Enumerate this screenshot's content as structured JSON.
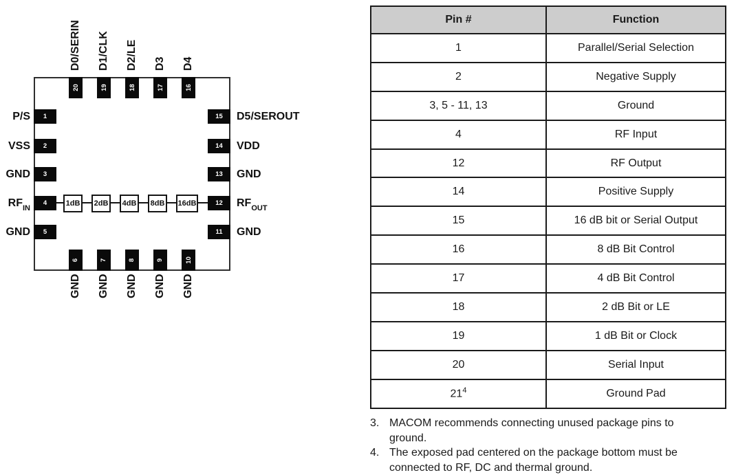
{
  "diagram": {
    "top_pins": [
      {
        "num": "20",
        "label": "D0/SERIN"
      },
      {
        "num": "19",
        "label": "D1/CLK"
      },
      {
        "num": "18",
        "label": "D2/LE"
      },
      {
        "num": "17",
        "label": "D3"
      },
      {
        "num": "16",
        "label": "D4"
      }
    ],
    "left_pins": [
      {
        "num": "1",
        "label": "P/S"
      },
      {
        "num": "2",
        "label": "VSS"
      },
      {
        "num": "3",
        "label": "GND"
      },
      {
        "num": "4",
        "label": "RF",
        "sub": "IN"
      },
      {
        "num": "5",
        "label": "GND"
      }
    ],
    "right_pins": [
      {
        "num": "15",
        "label": "D5/SEROUT"
      },
      {
        "num": "14",
        "label": "VDD"
      },
      {
        "num": "13",
        "label": "GND"
      },
      {
        "num": "12",
        "label": "RF",
        "sub": "OUT"
      },
      {
        "num": "11",
        "label": "GND"
      }
    ],
    "bottom_pins": [
      {
        "num": "6",
        "label": "GND"
      },
      {
        "num": "7",
        "label": "GND"
      },
      {
        "num": "8",
        "label": "GND"
      },
      {
        "num": "9",
        "label": "GND"
      },
      {
        "num": "10",
        "label": "GND"
      }
    ],
    "attenuators": [
      "1dB",
      "2dB",
      "4dB",
      "8dB",
      "16dB"
    ]
  },
  "table": {
    "headers": [
      "Pin #",
      "Function"
    ],
    "rows": [
      {
        "pin": "1",
        "fn": "Parallel/Serial Selection"
      },
      {
        "pin": "2",
        "fn": "Negative Supply"
      },
      {
        "pin": "3, 5 - 11, 13",
        "fn": "Ground"
      },
      {
        "pin": "4",
        "fn": "RF Input"
      },
      {
        "pin": "12",
        "fn": "RF Output"
      },
      {
        "pin": "14",
        "fn": "Positive Supply"
      },
      {
        "pin": "15",
        "fn": "16 dB bit or Serial Output"
      },
      {
        "pin": "16",
        "fn": "8 dB Bit Control"
      },
      {
        "pin": "17",
        "fn": "4 dB Bit Control"
      },
      {
        "pin": "18",
        "fn": "2 dB Bit or LE"
      },
      {
        "pin": "19",
        "fn": "1 dB Bit or Clock"
      },
      {
        "pin": "20",
        "fn": "Serial Input"
      },
      {
        "pin": "21",
        "sup": "4",
        "fn": "Ground Pad"
      }
    ]
  },
  "notes": [
    {
      "num": "3.",
      "text": "MACOM recommends connecting unused package pins to ground."
    },
    {
      "num": "4.",
      "text": "The exposed pad centered on the package bottom must be connected to RF, DC and thermal ground."
    }
  ],
  "colors": {
    "header_bg": "#cdcdcd",
    "pad_black": "#0a0a0a",
    "line": "#141414"
  }
}
